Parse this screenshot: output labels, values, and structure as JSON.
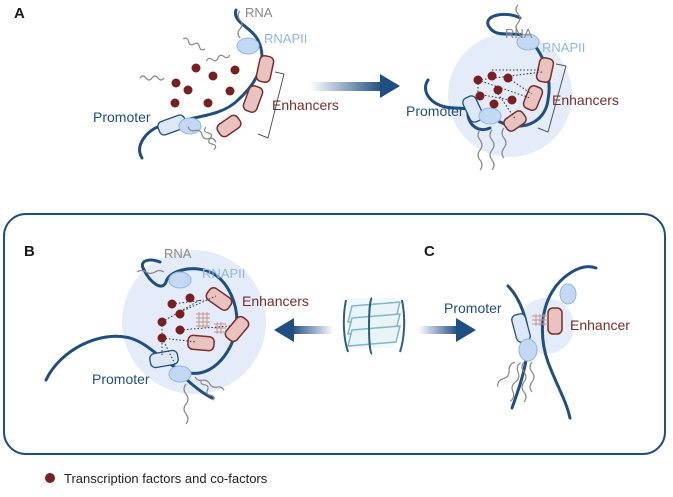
{
  "panels": {
    "a": {
      "letter": "A",
      "before": {
        "rna": "RNA",
        "rnapii": "RNAPII",
        "enhancers": "Enhancers",
        "promoter": "Promoter"
      },
      "after": {
        "rna": "RNA",
        "rnapii": "RNAPII",
        "enhancers": "Enhancers",
        "promoter": "Promoter"
      }
    },
    "b": {
      "letter": "B",
      "rna": "RNA",
      "rnapii": "RNAPII",
      "enhancers": "Enhancers",
      "promoter": "Promoter"
    },
    "c": {
      "letter": "C",
      "promoter": "Promoter",
      "enhancer": "Enhancer"
    }
  },
  "legend": {
    "label": "Transcription factors and co-factors"
  },
  "colors": {
    "dna": "#1f4f82",
    "factor": "#7a1f1f",
    "enhancer_fill": "#e9c3c0",
    "enhancer_stroke": "#7a2e2a",
    "promoter_fill": "#dde8f7",
    "polymerase_fill": "#c3d8f3",
    "condensate": "#e3ecf8",
    "arrow": "#1f4f82",
    "rna": "#888888"
  }
}
